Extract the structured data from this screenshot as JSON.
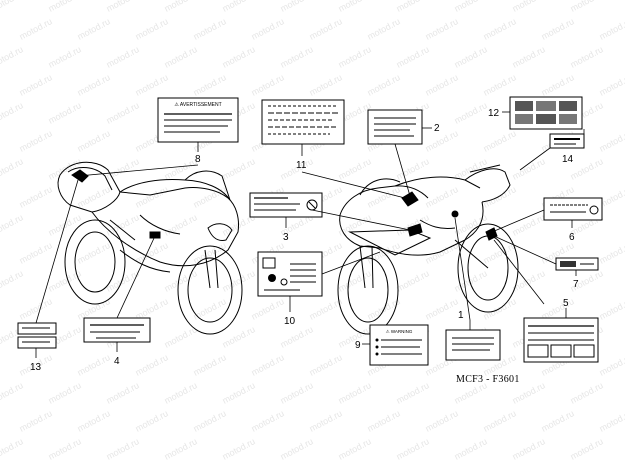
{
  "watermark": "motod.ru",
  "diagram_code": "MCF3 - F3601",
  "parts": [
    {
      "number": "1"
    },
    {
      "number": "2"
    },
    {
      "number": "3"
    },
    {
      "number": "4"
    },
    {
      "number": "5"
    },
    {
      "number": "6"
    },
    {
      "number": "7"
    },
    {
      "number": "8"
    },
    {
      "number": "9"
    },
    {
      "number": "10"
    },
    {
      "number": "11"
    },
    {
      "number": "12"
    },
    {
      "number": "13"
    },
    {
      "number": "14"
    }
  ],
  "labels": {
    "part8_header": "⚠ AVERTISSEMENT",
    "part9_header": "⚠ WARNING"
  }
}
